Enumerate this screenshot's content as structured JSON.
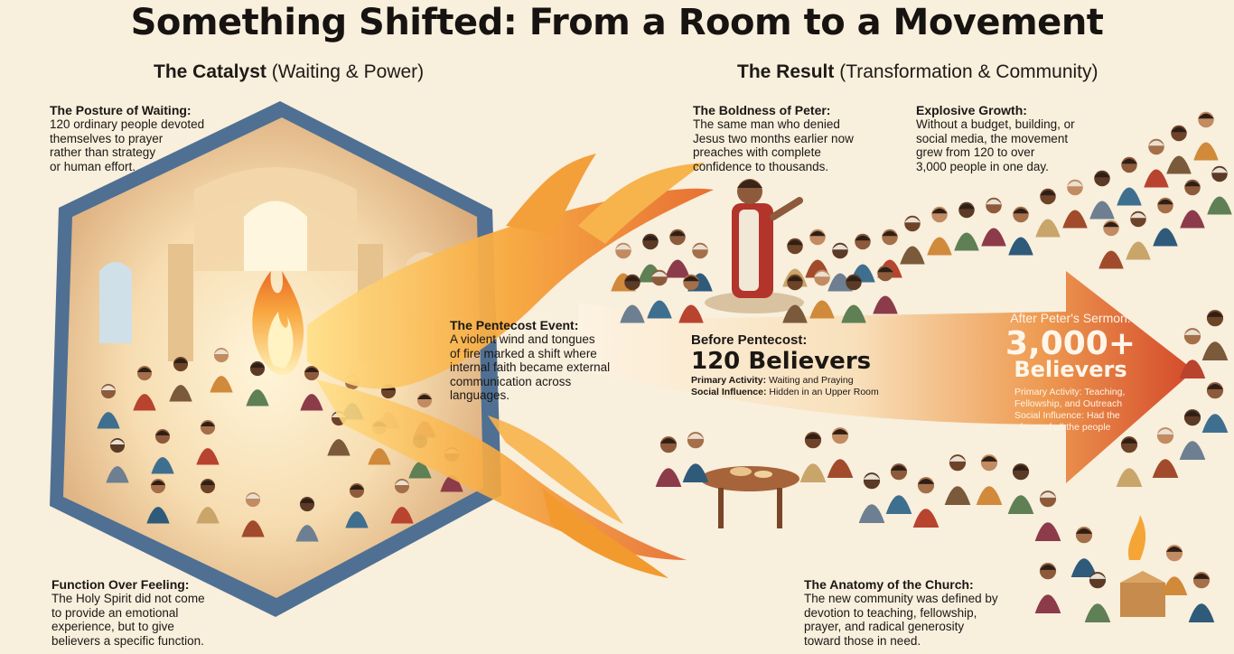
{
  "title": "Something Shifted: From a Room to a Movement",
  "catalyst": {
    "heading_bold": "The Catalyst",
    "heading_light": "(Waiting & Power)"
  },
  "result": {
    "heading_bold": "The Result",
    "heading_light": "(Transformation & Community)"
  },
  "posture": {
    "title": "The Posture of Waiting:",
    "body": [
      "120 ordinary people devoted",
      "themselves to prayer",
      "rather than strategy",
      "or human effort."
    ]
  },
  "function": {
    "title": "Function Over Feeling:",
    "body": [
      "The Holy Spirit did not come",
      "to provide an emotional",
      "experience, but to give",
      "believers a specific function."
    ]
  },
  "pentecost": {
    "title": "The Pentecost Event:",
    "body": [
      "A violent wind and tongues",
      "of fire marked a shift where",
      "internal faith became external",
      "communication across",
      "languages."
    ]
  },
  "boldness": {
    "title": "The Boldness of Peter:",
    "body": [
      "The same man who denied",
      "Jesus two months earlier now",
      "preaches with complete",
      "confidence to thousands."
    ]
  },
  "growth": {
    "title": "Explosive Growth:",
    "body": [
      "Without a budget, building, or",
      "social media, the movement",
      "grew from 120 to over",
      "3,000 people in one day."
    ]
  },
  "before": {
    "label": "Before Pentecost:",
    "count": "120 Believers",
    "activity_label": "Primary Activity:",
    "activity_value": "Waiting and Praying",
    "influence_label": "Social Influence:",
    "influence_value": "Hidden in an Upper Room"
  },
  "after": {
    "label": "After Peter's Sermon:",
    "count": "3,000+",
    "word": "Believers",
    "activity_label": "Primary Activity:",
    "activity_value": [
      "Teaching,",
      "Fellowship, and Outreach"
    ],
    "influence_label": "Social Influence:",
    "influence_value": [
      "Had the",
      "favor of all the people"
    ]
  },
  "anatomy": {
    "title": "The Anatomy of the Church:",
    "body": [
      "The new community was defined by",
      "devotion to teaching, fellowship,",
      "prayer, and radical generosity",
      "toward those in need."
    ]
  },
  "colors": {
    "background": "#f8efdd",
    "flame": "#f29a2e",
    "arrow": "#d8542a",
    "room_wall": "#4e6f92"
  },
  "icons": [
    "flame-illustration",
    "praying-group-illustration",
    "crowd-illustration",
    "growth-arrow",
    "shared-meal-illustration"
  ]
}
